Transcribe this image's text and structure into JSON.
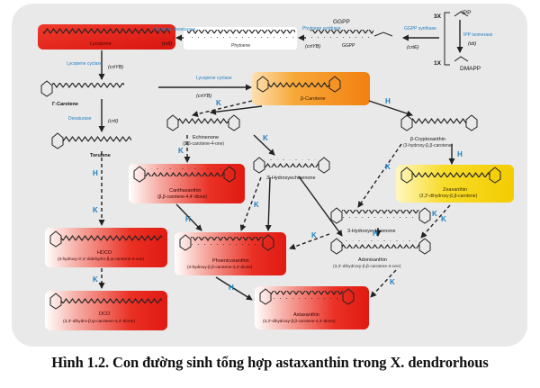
{
  "figure": {
    "caption": "Hình 1.2. Con đường sinh tổng hợp astaxanthin trong X. dendrorhous",
    "colors": {
      "background_panel": "#e9e9e9",
      "red_node": "#e4201a",
      "red_node_light": "#f46a5d",
      "orange_node": "#f39019",
      "yellow_node": "#f5d300",
      "white_node": "#ffffff",
      "arrow": "#222222",
      "enzyme_label": "#1f7fc2"
    },
    "precursors": {
      "ipp": "IPP",
      "dmapp": "DMAPP",
      "ggpp": "GGPP",
      "ggpp_short": "GGPP",
      "one_k": "1X",
      "three_k": "3X"
    },
    "nodes": {
      "lycopene": "Lycopene",
      "phytoene": "Phytoene",
      "gamma_carotene": "Γ-Carotene",
      "torulene": "Torulene",
      "hdco": {
        "name": "HDCO",
        "desc": "(3-hydroxy-3',4'-didehydro-β,ψ-carotene-4-one)"
      },
      "dco": {
        "name": "DCO",
        "desc": "(3,3'-dihydro-β,ψ-carotene-4,4'-dione)"
      },
      "beta_carotene": "β-Carotene",
      "echinenone": {
        "name": "Echinenone",
        "desc": "(β,β-carotene-4-one)"
      },
      "canthaxanthin": {
        "name": "Canthaxanthin",
        "desc": "(β,β-carotene-4,4'-dione)"
      },
      "three_hydroxyechinenone": "3'-Hydroxyechinenone",
      "phoenicoxanthin": {
        "name": "Phoenicoxanthin",
        "desc": "(3-hydroxy-β,β-carotene-4,4'-dione)"
      },
      "astaxanthin": {
        "name": "Astaxanthin",
        "desc": "(3,3'-dihydroxy-β,β-carotene-4,4'-dione)"
      },
      "beta_cryptoxanthin": {
        "name": "β-Cryptoxanthin",
        "desc": "(3-hydroxy-β,β-carotene)"
      },
      "zeaxanthin": {
        "name": "Zeaxanthin",
        "desc": "(3,3'-dihydroxy-β,β-carotene)"
      },
      "hydroxyechinenone": "3-Hydroxyechinenone",
      "adonixanthin": {
        "name": "Adonixanthin",
        "desc": "(3,3'-dihydroxy-β,β-carotene-4-one)"
      }
    },
    "enzymes": {
      "phytoene_desaturase": "Phytoene\ndesaturase",
      "crtI": "(crtI)",
      "phytoene_synthase": "Phytoene\nsynthase",
      "crtYB_top": "(crtYB)",
      "ggpp_synthase": "GGPP\nsynthase",
      "crtE": "(crtE)",
      "ipp_isomerase": "IPP isomerase",
      "idi": "(idi)",
      "lycopene_cyclase_1": "Lycopene\ncyclase",
      "crtYB_1": "(crtYB)",
      "lycopene_cyclase_2": "Lycopene\ncyclase",
      "crtYB_2": "(crtYB)",
      "desaturase": "Desaturase",
      "crtI_2": "(crtI)"
    },
    "step_labels": [
      "K",
      "H",
      "K",
      "K",
      "H",
      "K",
      "H",
      "K",
      "K",
      "K",
      "H",
      "K",
      "K",
      "K",
      "H",
      "H",
      "K"
    ]
  }
}
